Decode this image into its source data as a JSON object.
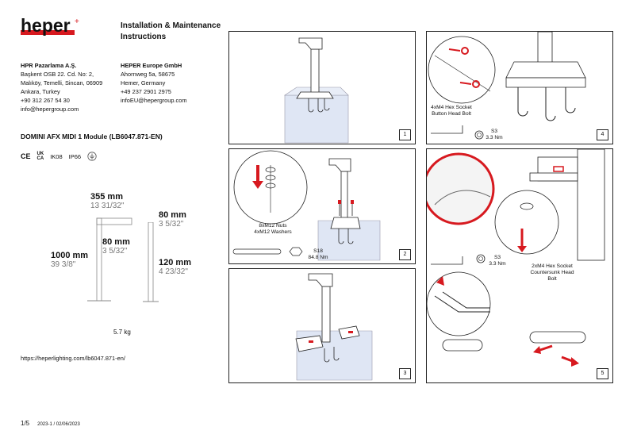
{
  "brand": {
    "logo_text": "heper",
    "accent": "#d7191f"
  },
  "doc": {
    "title_line1": "Installation & Maintenance",
    "title_line2": "Instructions"
  },
  "companies": [
    {
      "name": "HPR Pazarlama A.Ş.",
      "lines": [
        "Başkent OSB 22. Cd. No: 2,",
        "Malıköy, Temelli, Sincan, 06909",
        "Ankara, Turkey",
        "+90 312 267 54 30",
        "info@hepergroup.com"
      ]
    },
    {
      "name": "HEPER Europe GmbH",
      "lines": [
        "Ahornweg 5a, 58675",
        "Hemer, Germany",
        "+49 237 2901 2975",
        "infoEU@hepergroup.com"
      ]
    }
  ],
  "product": "DOMINI AFX MIDI 1 Module (LB6047.871-EN)",
  "certs": {
    "ce": "CE",
    "ukca_top": "UK",
    "ukca_bottom": "CA",
    "ik": "IK08",
    "ip": "IP66",
    "earth_icon": "earth-symbol-icon"
  },
  "dimensions": {
    "width": {
      "mm": "355 mm",
      "in": "13 31/32\""
    },
    "height": {
      "mm": "1000 mm",
      "in": "39 3/8\""
    },
    "head_depth": {
      "mm": "80 mm",
      "in": "3 5/32\""
    },
    "side_width": {
      "mm": "80 mm",
      "in": "3 5/32\""
    },
    "base": {
      "mm": "120 mm",
      "in": "4 23/32\""
    }
  },
  "weight": "5.7 kg",
  "url": "https://heperlighting.com/lb6047.871-en/",
  "footer": {
    "page": "1/5",
    "version": "2023-1 / 02/06/2023"
  },
  "steps": {
    "s1": {
      "num": "1"
    },
    "s2": {
      "num": "2",
      "parts": [
        "8xM12 Nuts",
        "4xM12 Washers"
      ],
      "tool": "S18",
      "torque": "84.8 Nm"
    },
    "s3": {
      "num": "3"
    },
    "s4": {
      "num": "4",
      "bolt": [
        "4xM4 Hex Socket",
        "Button Head Bolt"
      ],
      "tool": "S3",
      "torque": "3.3 Nm"
    },
    "s5": {
      "num": "5",
      "bolt": [
        "2xM4 Hex Socket",
        "Countersunk Head",
        "Bolt"
      ],
      "tool": "S3",
      "torque": "3.3 Nm"
    }
  }
}
